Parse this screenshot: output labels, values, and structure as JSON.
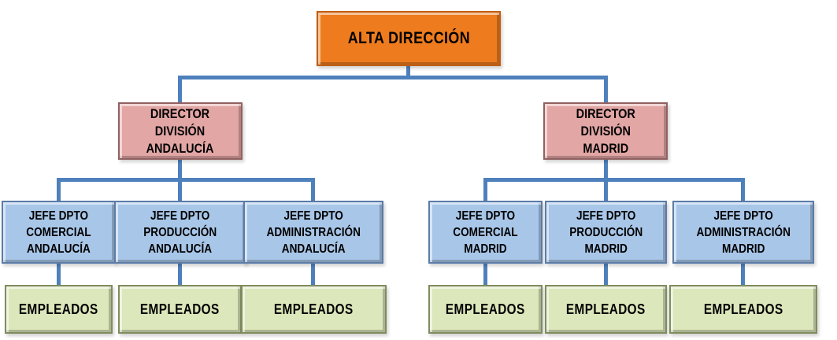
{
  "colors": {
    "connector": "#4E80BC",
    "root_fill": "#EE7C1E",
    "root_border": "#C05E14",
    "director_fill": "#E2A6A5",
    "director_border": "#916161",
    "department_fill": "#A8C6E8",
    "department_border": "#5B7CA8",
    "employee_fill": "#DCE7BB",
    "employee_border": "#7F8C5E"
  },
  "org": {
    "root": {
      "label": "ALTA DIRECCIÓN"
    },
    "directors": [
      {
        "lines": [
          "DIRECTOR",
          "DIVISIÓN",
          "ANDALUCÍA"
        ]
      },
      {
        "lines": [
          "DIRECTOR",
          "DIVISIÓN",
          "MADRID"
        ]
      }
    ],
    "departments": [
      {
        "lines": [
          "JEFE DPTO",
          "COMERCIAL",
          "ANDALUCÍA"
        ]
      },
      {
        "lines": [
          "JEFE DPTO",
          "PRODUCCIÓN",
          "ANDALUCÍA"
        ]
      },
      {
        "lines": [
          "JEFE DPTO",
          "ADMINISTRACIÓN",
          "ANDALUCÍA"
        ]
      },
      {
        "lines": [
          "JEFE DPTO",
          "COMERCIAL",
          "MADRID"
        ]
      },
      {
        "lines": [
          "JEFE DPTO",
          "PRODUCCIÓN",
          "MADRID"
        ]
      },
      {
        "lines": [
          "JEFE DPTO",
          "ADMINISTRACIÓN",
          "MADRID"
        ]
      }
    ],
    "employees": [
      {
        "label": "EMPLEADOS"
      },
      {
        "label": "EMPLEADOS"
      },
      {
        "label": "EMPLEADOS"
      },
      {
        "label": "EMPLEADOS"
      },
      {
        "label": "EMPLEADOS"
      },
      {
        "label": "EMPLEADOS"
      }
    ]
  }
}
